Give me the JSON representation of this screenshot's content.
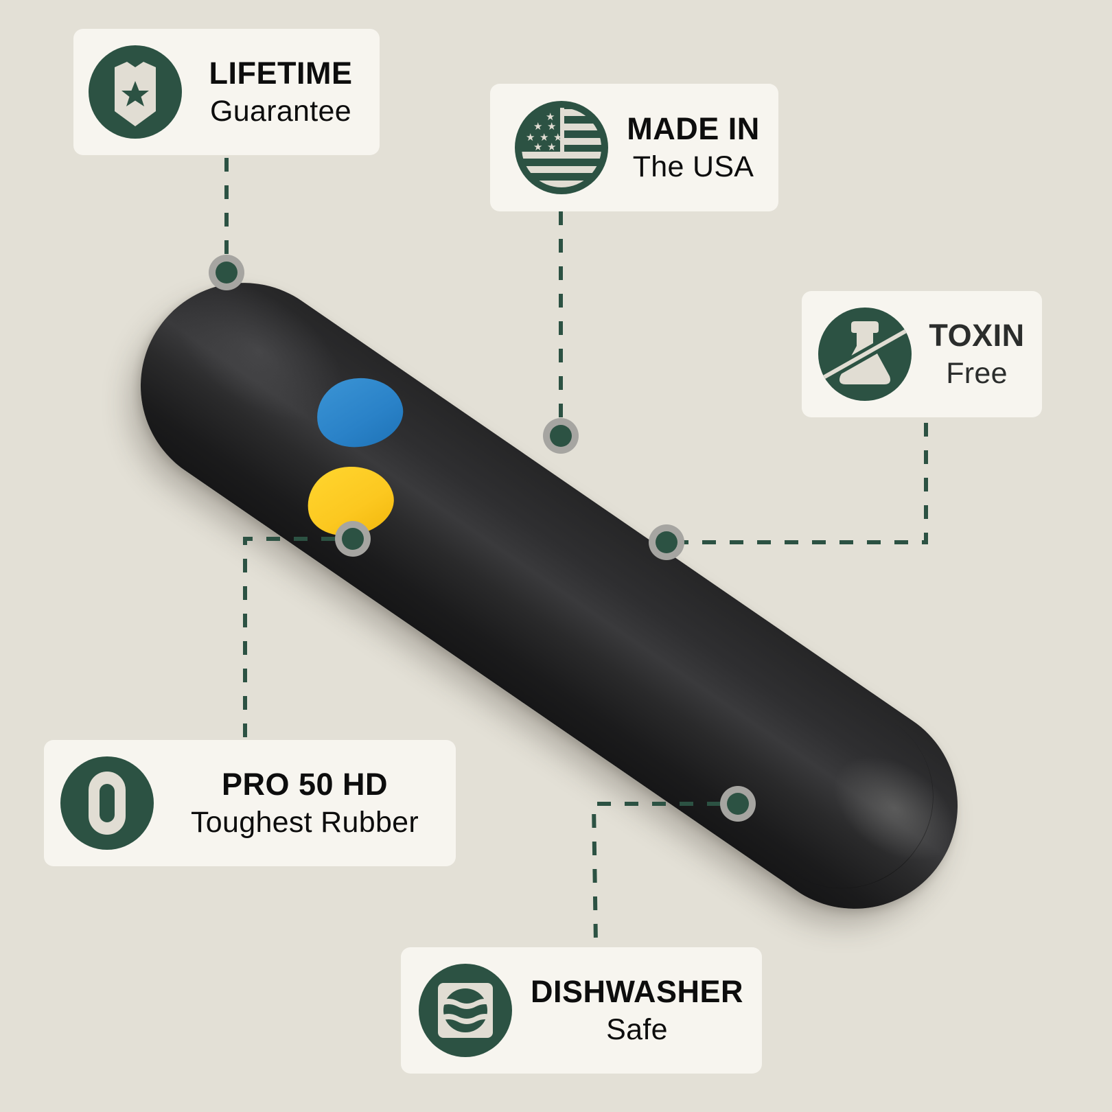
{
  "theme": {
    "background": "#e3e0d6",
    "card_background": "#f7f5ef",
    "accent_green": "#2c5243",
    "icon_fill": "#e1ddd3",
    "hotspot_ring": "#a6a5a1",
    "text_color": "#0d0d0d",
    "product_color": "#232324",
    "nub_blue": "#2a82c8",
    "nub_yellow": "#fcc820"
  },
  "product": {
    "name": "dog chew toy capsule",
    "nubs": [
      "blue",
      "yellow"
    ]
  },
  "features": [
    {
      "id": "lifetime",
      "icon": "shield-star-icon",
      "title": "LIFETIME",
      "subtitle": "Guarantee"
    },
    {
      "id": "usa",
      "icon": "us-flag-icon",
      "title": "MADE IN",
      "subtitle": "The USA"
    },
    {
      "id": "toxin",
      "icon": "no-flask-icon",
      "title": "TOXIN",
      "subtitle": "Free"
    },
    {
      "id": "pro",
      "icon": "rubber-zero-icon",
      "title": "PRO 50 HD",
      "subtitle": "Toughest Rubber"
    },
    {
      "id": "dish",
      "icon": "water-waves-icon",
      "title": "DISHWASHER",
      "subtitle": "Safe"
    }
  ]
}
